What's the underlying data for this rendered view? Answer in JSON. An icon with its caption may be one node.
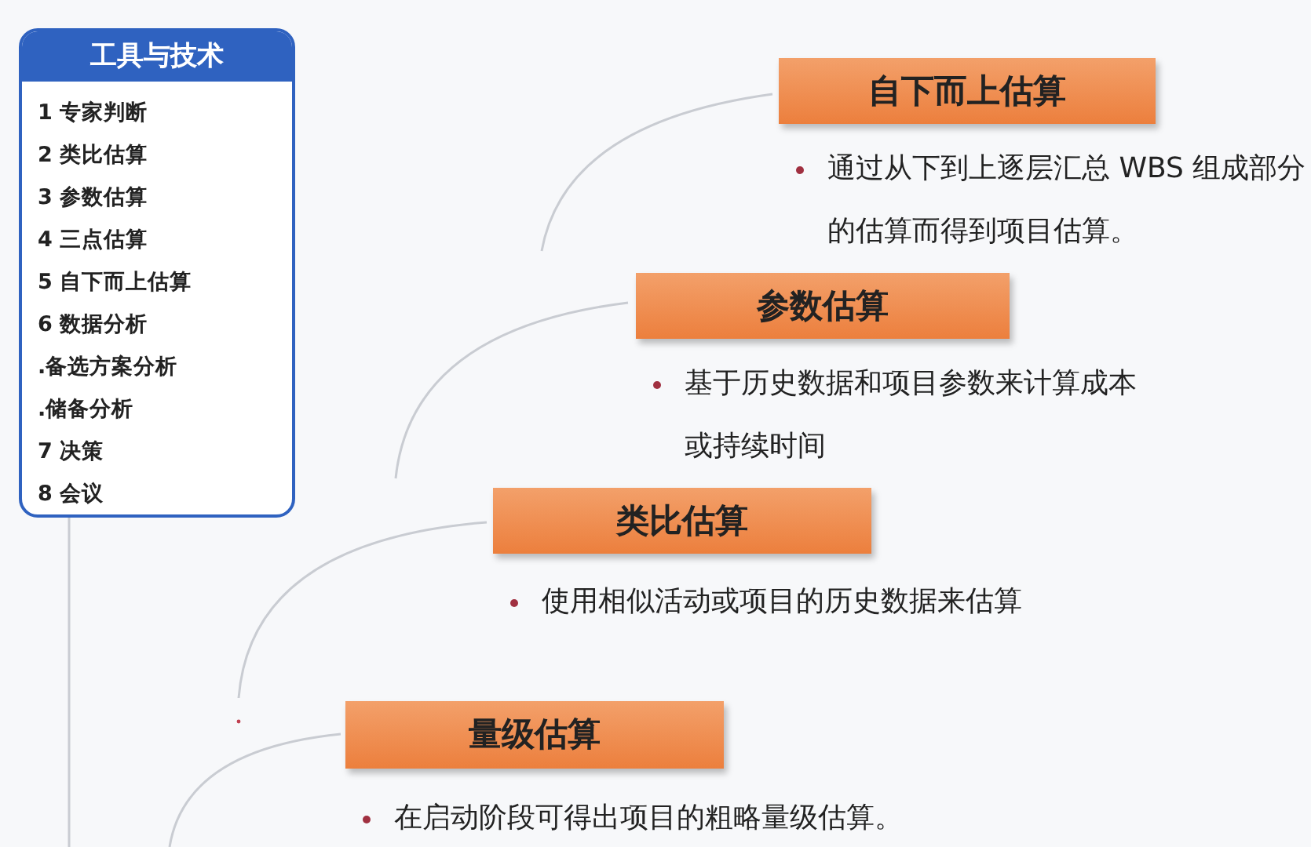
{
  "diagram": {
    "nodes": [
      {
        "text": [
          "工具与技术",
          "1 专家判断",
          "2 类比估算",
          "3 参数估算",
          "4 三点估算",
          "5 自下而上估算",
          "6 数据分析",
          ".备选方案分析",
          ".储备分析",
          "7 决策",
          "8 会议"
        ]
      },
      {
        "text": [
          "自下而上估算"
        ],
        "beside": [
          "通过从下到上逐层汇总 WBS 组成部分的估算而得到项目估算。"
        ]
      },
      {
        "text": [
          "参数估算"
        ],
        "beside": [
          "基于历史数据和项目参数来计算成本或持续时间"
        ]
      },
      {
        "text": [
          "类比估算"
        ],
        "beside": [
          "使用相似活动或项目的历史数据来估算"
        ]
      },
      {
        "text": [
          "量级估算"
        ],
        "beside": [
          "在启动阶段可得出项目的粗略量级估算。"
        ]
      }
    ]
  }
}
